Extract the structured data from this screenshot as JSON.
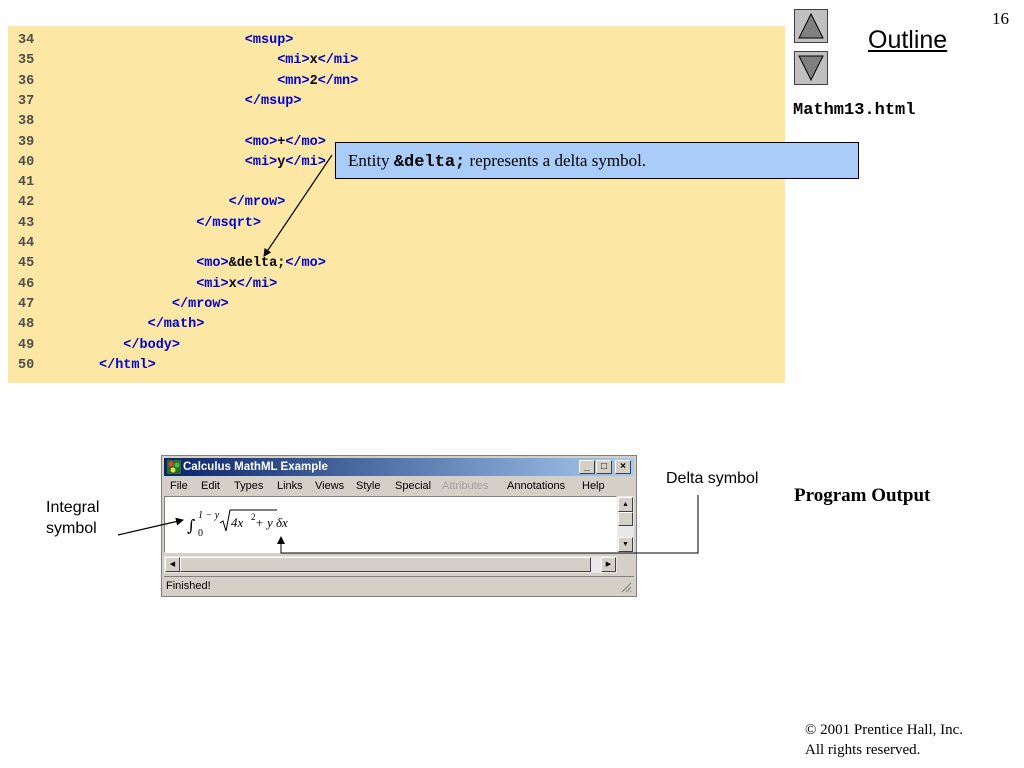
{
  "slide": {
    "page_number": "16",
    "outline_label": "Outline",
    "file_name": "Mathm13.html",
    "program_output_label": "Program Output",
    "copyright_line1": "© 2001 Prentice Hall, Inc.",
    "copyright_line2": "All rights reserved."
  },
  "code": {
    "lines": [
      {
        "no": "34",
        "indent": 24,
        "open": "<msup>",
        "text": "",
        "close": ""
      },
      {
        "no": "35",
        "indent": 28,
        "open": "<mi>",
        "text": "x",
        "close": "</mi>"
      },
      {
        "no": "36",
        "indent": 28,
        "open": "<mn>",
        "text": "2",
        "close": "</mn>"
      },
      {
        "no": "37",
        "indent": 24,
        "open": "</msup>",
        "text": "",
        "close": ""
      },
      {
        "no": "38",
        "indent": 0,
        "open": "",
        "text": "",
        "close": ""
      },
      {
        "no": "39",
        "indent": 24,
        "open": "<mo>",
        "text": "+",
        "close": "</mo>"
      },
      {
        "no": "40",
        "indent": 24,
        "open": "<mi>",
        "text": "y",
        "close": "</mi>"
      },
      {
        "no": "41",
        "indent": 0,
        "open": "",
        "text": "",
        "close": ""
      },
      {
        "no": "42",
        "indent": 22,
        "open": "</mrow>",
        "text": "",
        "close": ""
      },
      {
        "no": "43",
        "indent": 18,
        "open": "</msqrt>",
        "text": "",
        "close": ""
      },
      {
        "no": "44",
        "indent": 0,
        "open": "",
        "text": "",
        "close": ""
      },
      {
        "no": "45",
        "indent": 18,
        "open": "<mo>",
        "text": "&delta;",
        "close": "</mo>"
      },
      {
        "no": "46",
        "indent": 18,
        "open": "<mi>",
        "text": "x",
        "close": "</mi>"
      },
      {
        "no": "47",
        "indent": 15,
        "open": "</mrow>",
        "text": "",
        "close": ""
      },
      {
        "no": "48",
        "indent": 12,
        "open": "</math>",
        "text": "",
        "close": ""
      },
      {
        "no": "49",
        "indent": 9,
        "open": "</body>",
        "text": "",
        "close": ""
      },
      {
        "no": "50",
        "indent": 6,
        "open": "</html>",
        "text": "",
        "close": ""
      }
    ]
  },
  "callout": {
    "prefix": "Entity ",
    "entity": "&delta;",
    "suffix": " represents a delta symbol."
  },
  "labels": {
    "integral_line1": "Integral",
    "integral_line2": "symbol",
    "delta": "Delta symbol"
  },
  "browser": {
    "title": "Calculus MathML Example",
    "menu": [
      {
        "label": "File",
        "disabled": false
      },
      {
        "label": "Edit",
        "disabled": false
      },
      {
        "label": "Types",
        "disabled": false
      },
      {
        "label": "Links",
        "disabled": false
      },
      {
        "label": "Views",
        "disabled": false
      },
      {
        "label": "Style",
        "disabled": false
      },
      {
        "label": "Special",
        "disabled": false
      },
      {
        "label": "Attributes",
        "disabled": true
      },
      {
        "label": "Annotations",
        "disabled": false
      },
      {
        "label": "Help",
        "disabled": false
      }
    ],
    "status": "Finished!",
    "math": {
      "integral": "∫",
      "upper_limit": "1 − y",
      "lower_limit": "0",
      "radicand": "4x",
      "exponent": "2",
      "plus_y": " + y",
      "delta_x": "δx"
    }
  },
  "colors": {
    "code_bg": "#fce7a4",
    "tag_color": "#0000cc",
    "callout_bg": "#a9cdf8",
    "titlebar_start": "#0a246a",
    "titlebar_end": "#a6caf0"
  }
}
